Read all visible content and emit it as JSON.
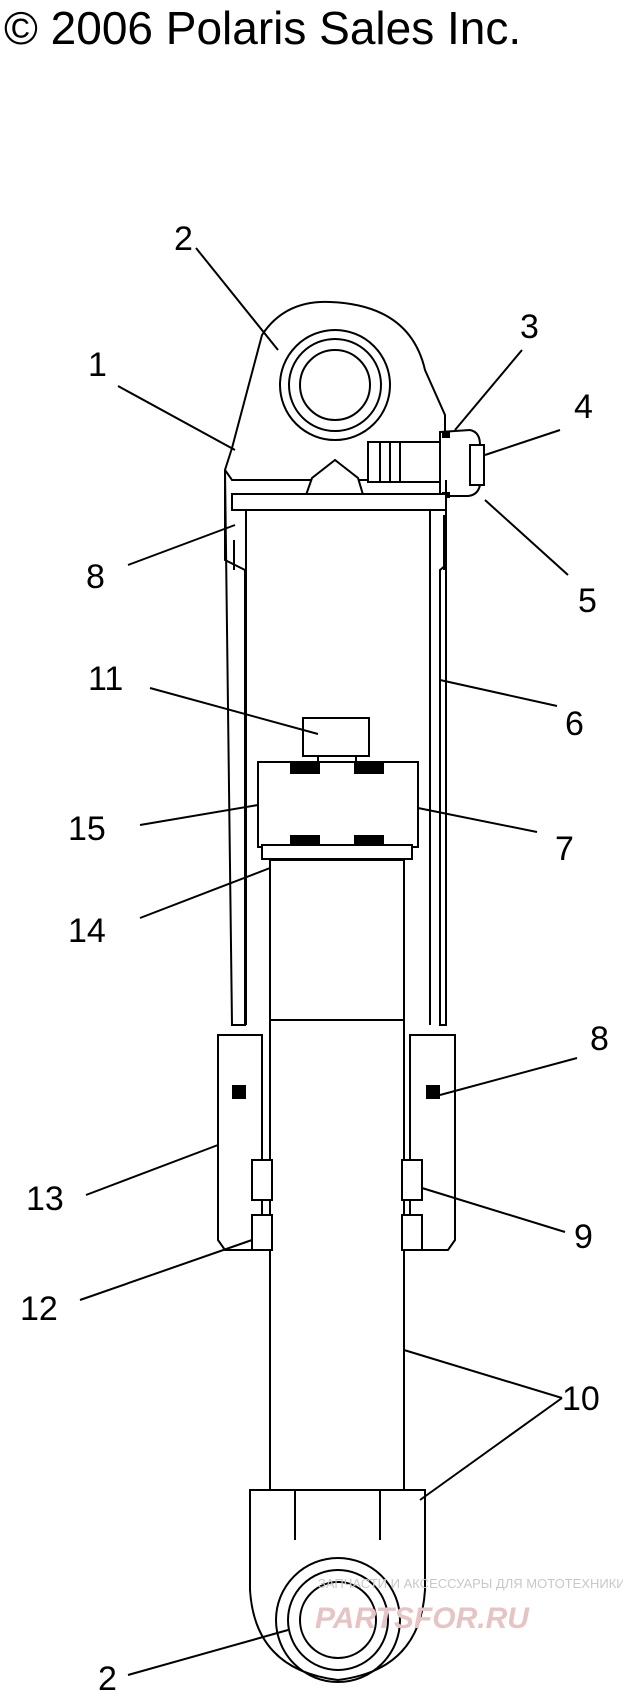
{
  "header": {
    "copyright": "© 2006 Polaris Sales Inc."
  },
  "callouts": [
    "2",
    "1",
    "3",
    "4",
    "5",
    "8",
    "11",
    "6",
    "15",
    "7",
    "14",
    "8",
    "13",
    "9",
    "12",
    "10",
    "2"
  ],
  "watermark": {
    "tagline": "ЗАПЧАСТИ И АКСЕССУАРЫ ДЛЯ МОТОТЕХНИКИ",
    "logo": "PARTSFOR.RU"
  },
  "colors": {
    "line": "#000000",
    "background": "#ffffff",
    "watermark_logo": "#e6c4c4"
  }
}
